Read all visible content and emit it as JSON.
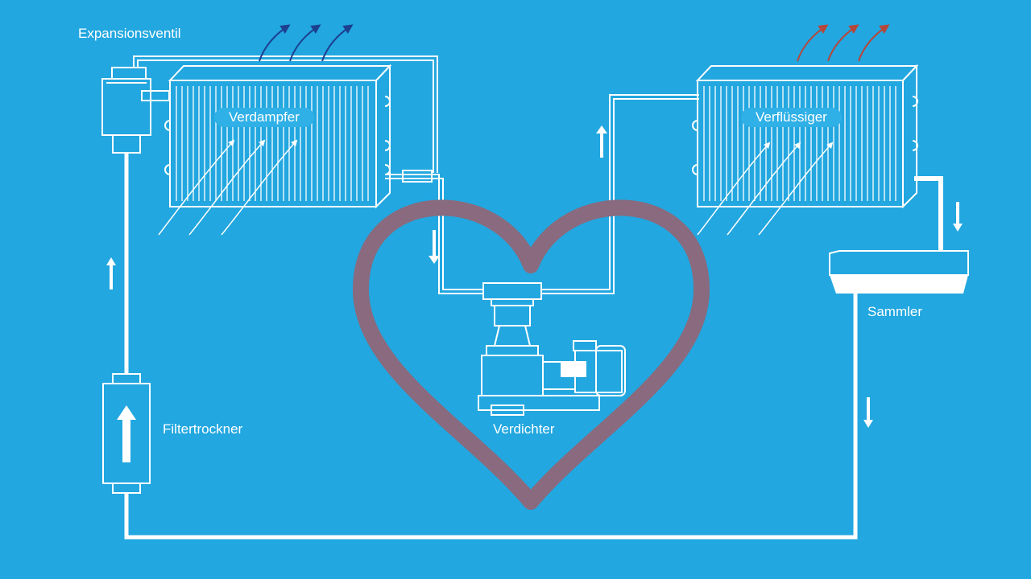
{
  "labels": {
    "expansion_valve": "Expansionsventil",
    "evaporator": "Verdampfer",
    "condenser": "Verflüssiger",
    "receiver": "Sammler",
    "filter_dryer": "Filtertrockner",
    "compressor": "Verdichter"
  },
  "colors": {
    "background": "#22a7e0",
    "line": "#ffffff",
    "heart": "#8a6a7e",
    "cold_arrow": "#1d3f8f",
    "warm_arrow": "#b5473a"
  }
}
